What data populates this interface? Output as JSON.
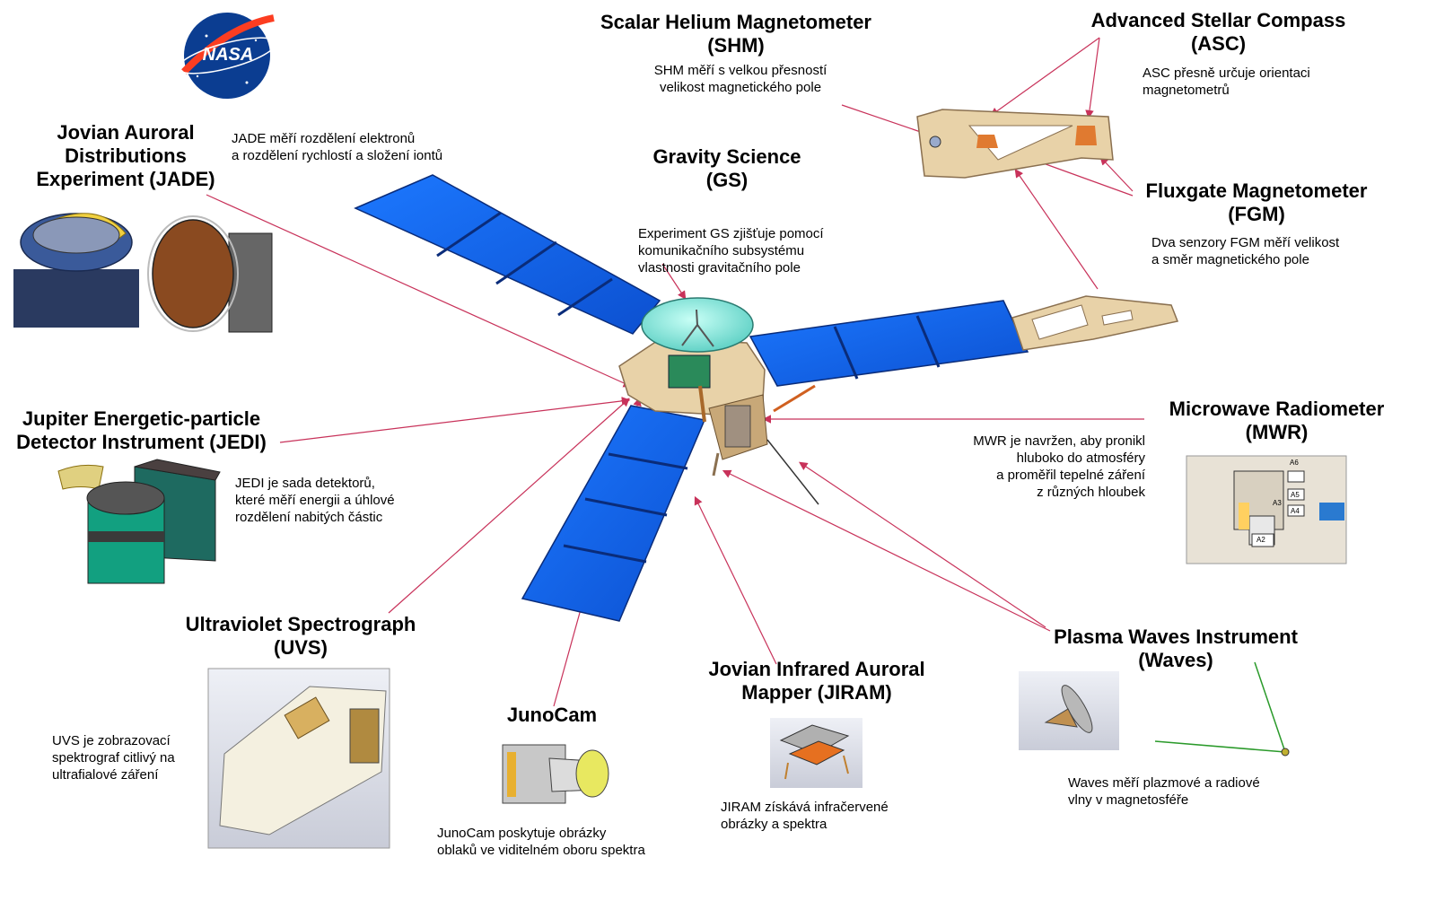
{
  "logo": {
    "text": "NASA"
  },
  "instruments": [
    {
      "id": "shm",
      "title": "Scalar Helium Magnetometer\n(SHM)",
      "desc": "SHM měří s velkou přesností\nvelikost magnetického pole"
    },
    {
      "id": "asc",
      "title": "Advanced Stellar Compass\n(ASC)",
      "desc": "ASC přesně určuje orientaci\nmagnetometrů"
    },
    {
      "id": "jade",
      "title": "Jovian Auroral\nDistributions\nExperiment (JADE)",
      "desc": "JADE měří rozdělení elektronů\na rozdělení rychlostí a složení iontů"
    },
    {
      "id": "gs",
      "title": "Gravity Science\n(GS)",
      "desc": "Experiment GS zjišťuje pomocí\nkomunikačního subsystému\nvlastnosti gravitačního pole"
    },
    {
      "id": "fgm",
      "title": "Fluxgate Magnetometer\n(FGM)",
      "desc": "Dva senzory FGM měří velikost\na směr magnetického pole"
    },
    {
      "id": "jedi",
      "title": "Jupiter Energetic-particle\nDetector Instrument (JEDI)",
      "desc": "JEDI je sada detektorů,\nkteré měří energii a úhlové\nrozdělení nabitých částic"
    },
    {
      "id": "mwr",
      "title": "Microwave Radiometer\n(MWR)",
      "desc": "MWR je navržen, aby pronikl\nhluboko do atmosféry\na proměřil tepelné záření\nz různých hloubek"
    },
    {
      "id": "uvs",
      "title": "Ultraviolet Spectrograph\n(UVS)",
      "desc": "UVS je zobrazovací\nspektrograf citlivý na\nultrafialové záření"
    },
    {
      "id": "junocam",
      "title": "JunoCam",
      "desc": "JunoCam poskytuje obrázky\noblaků ve viditelném oboru spektra"
    },
    {
      "id": "jiram",
      "title": "Jovian Infrared Auroral\nMapper (JIRAM)",
      "desc": "JIRAM získává infračervené\nobrázky a spektra"
    },
    {
      "id": "waves",
      "title": "Plasma Waves Instrument\n(Waves)",
      "desc": "Waves měří plazmové a radiové\nvlny v magnetosféře"
    }
  ],
  "mwr_labels": [
    "A6",
    "A5",
    "A4",
    "A3",
    "A2"
  ],
  "colors": {
    "panel": "#1464e6",
    "panel_edge": "#0a2c7a",
    "deck": "#e8d2a8",
    "antenna": "#7fe0d8",
    "pointer": "#c8325a"
  }
}
